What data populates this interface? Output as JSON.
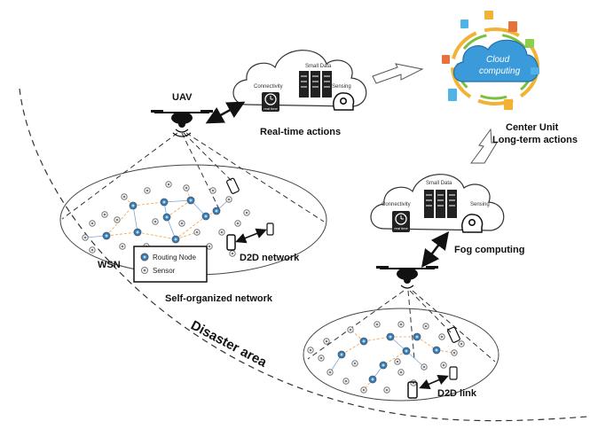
{
  "labels": {
    "uav": "UAV",
    "realtime": "Real-time actions",
    "center_unit": "Center Unit",
    "longterm": "Long-term actions",
    "fog": "Fog computing",
    "wsn": "WSN",
    "d2d_network": "D2D network",
    "self_org": "Self-organized network",
    "disaster": "Disaster area",
    "d2d_link": "D2D link"
  },
  "fog_node_top": {
    "small_data": "Small Data",
    "connectivity": "Connectivity",
    "sensing": "Sensing",
    "real_time": "real time"
  },
  "fog_node_right": {
    "small_data": "Small Data",
    "connectivity": "Connectivity",
    "sensing": "Sensing",
    "real_time": "real time"
  },
  "cloud": {
    "line1": "Cloud",
    "line2": "computing"
  },
  "legend": {
    "routing_node": "Routing Node",
    "sensor": "Sensor"
  },
  "colors": {
    "routing_node": "#2f7fc1",
    "sensor_ring": "#777777",
    "mesh_line": "#f0a040",
    "link_line": "#7aa7d8",
    "cloud_fill": "#3b9ad9"
  }
}
